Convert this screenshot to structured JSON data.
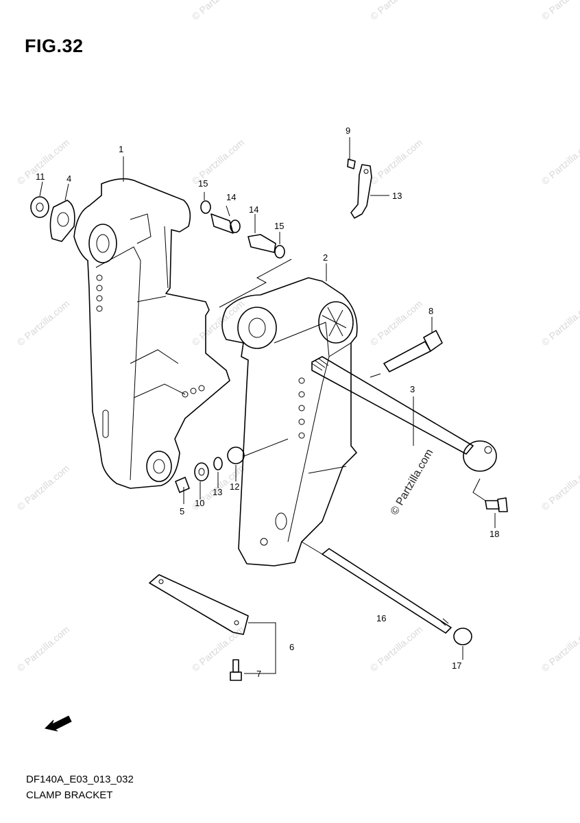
{
  "figure": {
    "title": "FIG.32",
    "code": "DF140A_E03_013_032",
    "name": "CLAMP BRACKET"
  },
  "watermark": {
    "text": "© Partzilla.com",
    "stamp_text": "© Partzilla.com"
  },
  "icons": {
    "front_arrow": "front-direction-arrow-icon"
  },
  "callouts": [
    {
      "id": "c1",
      "label": "1"
    },
    {
      "id": "c2",
      "label": "2"
    },
    {
      "id": "c3",
      "label": "3"
    },
    {
      "id": "c4",
      "label": "4"
    },
    {
      "id": "c5",
      "label": "5"
    },
    {
      "id": "c6",
      "label": "6"
    },
    {
      "id": "c7",
      "label": "7"
    },
    {
      "id": "c8",
      "label": "8"
    },
    {
      "id": "c9",
      "label": "9"
    },
    {
      "id": "c10",
      "label": "10"
    },
    {
      "id": "c11",
      "label": "11"
    },
    {
      "id": "c12",
      "label": "12"
    },
    {
      "id": "c13",
      "label": "13"
    },
    {
      "id": "c13b",
      "label": "13"
    },
    {
      "id": "c14",
      "label": "14"
    },
    {
      "id": "c14b",
      "label": "14"
    },
    {
      "id": "c15",
      "label": "15"
    },
    {
      "id": "c15b",
      "label": "15"
    },
    {
      "id": "c16",
      "label": "16"
    },
    {
      "id": "c17",
      "label": "17"
    },
    {
      "id": "c18",
      "label": "18"
    }
  ]
}
